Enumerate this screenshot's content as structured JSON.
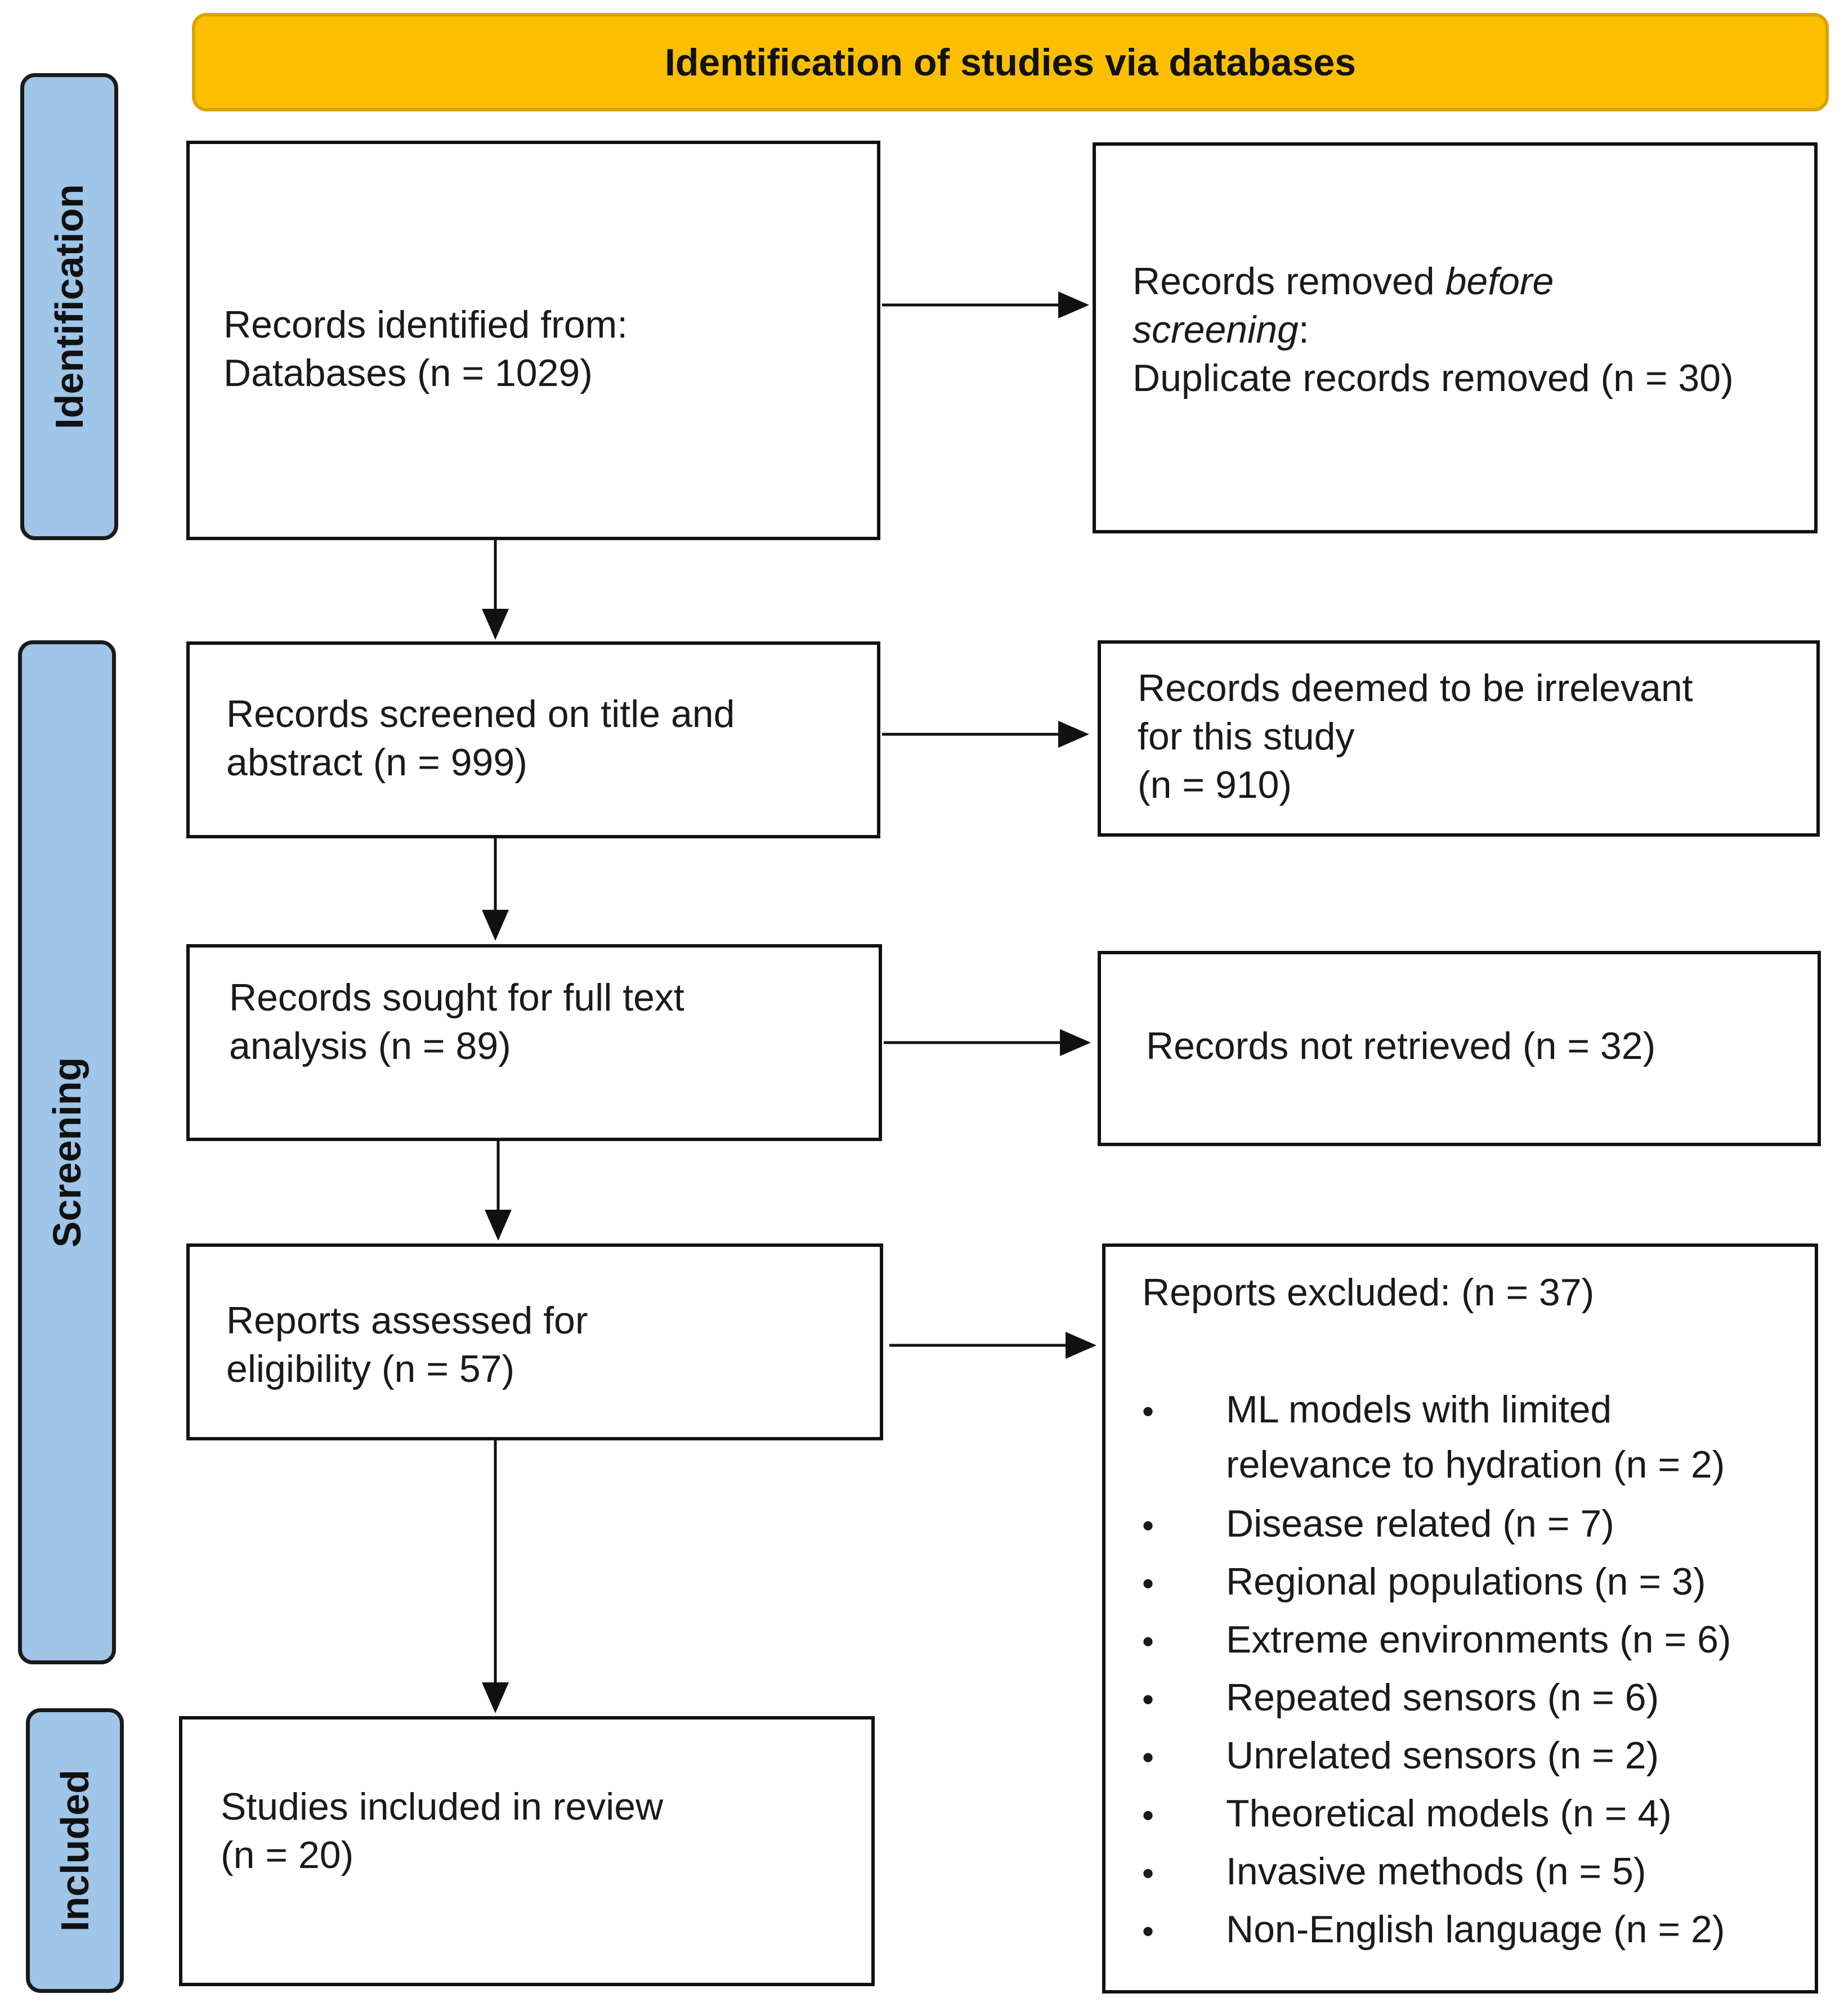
{
  "header": {
    "title": "Identification of studies via databases"
  },
  "phases": {
    "identification": "Identification",
    "screening": "Screening",
    "included": "Included"
  },
  "boxes": {
    "records_identified": {
      "line1": "Records identified from:",
      "line2": "Databases (n = 1029)"
    },
    "records_removed": {
      "line1_plain": "Records removed ",
      "line1_italic": "before",
      "line2_italic": "screening",
      "line2_plain": ":",
      "line3": "Duplicate records removed (n = 30)"
    },
    "records_screened": {
      "line1": "Records screened on title and",
      "line2": "abstract (n = 999)"
    },
    "records_irrelevant": {
      "line1": "Records deemed to be irrelevant",
      "line2": "for this study",
      "line3": "(n = 910)"
    },
    "records_sought": {
      "line1": "Records sought for full text",
      "line2": "analysis (n = 89)"
    },
    "records_not_retrieved": {
      "line1": "Records not retrieved (n = 32)"
    },
    "reports_assessed": {
      "line1": "Reports assessed for",
      "line2": "eligibility (n = 57)"
    },
    "studies_included": {
      "line1": "Studies included in review",
      "line2": "(n = 20)"
    },
    "reports_excluded": {
      "heading": "Reports excluded: (n = 37)",
      "bullet": "•",
      "items": [
        "ML models with limited",
        "relevance to hydration (n = 2)",
        "Disease related (n = 7)",
        "Regional populations (n = 3)",
        "Extreme environments (n = 6)",
        "Repeated sensors (n = 6)",
        "Unrelated sensors (n = 2)",
        "Theoretical models (n = 4)",
        "Invasive methods (n = 5)",
        "Non-English language (n = 2)"
      ]
    }
  }
}
